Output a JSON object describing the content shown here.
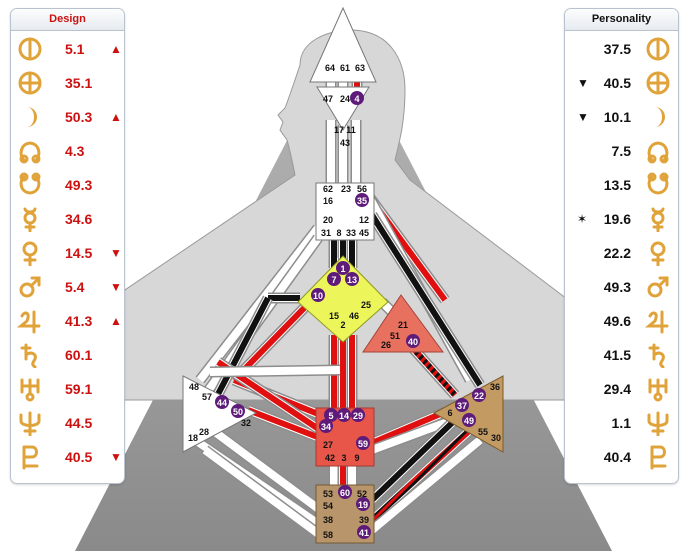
{
  "design": {
    "title": "Design",
    "color": "#cc1111",
    "rows": [
      {
        "planet": "sun-icon",
        "value": "5.1",
        "arrow": "▲"
      },
      {
        "planet": "earth-icon",
        "value": "35.1",
        "arrow": ""
      },
      {
        "planet": "moon-icon",
        "value": "50.3",
        "arrow": "▲"
      },
      {
        "planet": "north-node-icon",
        "value": "4.3",
        "arrow": ""
      },
      {
        "planet": "south-node-icon",
        "value": "49.3",
        "arrow": ""
      },
      {
        "planet": "mercury-icon",
        "value": "34.6",
        "arrow": ""
      },
      {
        "planet": "venus-icon",
        "value": "14.5",
        "arrow": "▼"
      },
      {
        "planet": "mars-icon",
        "value": "5.4",
        "arrow": "▼"
      },
      {
        "planet": "jupiter-icon",
        "value": "41.3",
        "arrow": "▲"
      },
      {
        "planet": "saturn-icon",
        "value": "60.1",
        "arrow": ""
      },
      {
        "planet": "uranus-icon",
        "value": "59.1",
        "arrow": ""
      },
      {
        "planet": "neptune-icon",
        "value": "44.5",
        "arrow": ""
      },
      {
        "planet": "pluto-icon",
        "value": "40.5",
        "arrow": "▼"
      }
    ]
  },
  "personality": {
    "title": "Personality",
    "color": "#111111",
    "rows": [
      {
        "planet": "sun-icon",
        "value": "37.5",
        "arrow": ""
      },
      {
        "planet": "earth-icon",
        "value": "40.5",
        "arrow": "▼"
      },
      {
        "planet": "moon-icon",
        "value": "10.1",
        "arrow": "▼"
      },
      {
        "planet": "north-node-icon",
        "value": "7.5",
        "arrow": ""
      },
      {
        "planet": "south-node-icon",
        "value": "13.5",
        "arrow": ""
      },
      {
        "planet": "mercury-icon",
        "value": "19.6",
        "arrow": "✶"
      },
      {
        "planet": "venus-icon",
        "value": "22.2",
        "arrow": ""
      },
      {
        "planet": "mars-icon",
        "value": "49.3",
        "arrow": ""
      },
      {
        "planet": "jupiter-icon",
        "value": "49.6",
        "arrow": ""
      },
      {
        "planet": "saturn-icon",
        "value": "41.5",
        "arrow": ""
      },
      {
        "planet": "uranus-icon",
        "value": "29.4",
        "arrow": ""
      },
      {
        "planet": "neptune-icon",
        "value": "1.1",
        "arrow": ""
      },
      {
        "planet": "pluto-icon",
        "value": "40.4",
        "arrow": ""
      }
    ]
  },
  "colors": {
    "glyph": "#e0a33a",
    "design_red": "#e01010",
    "personality_black": "#111111",
    "head_center": "#ffffff",
    "g_center": "#ecf55a",
    "ego_center": "#e8705f",
    "sacral_center": "#e8564a",
    "solar_plexus": "#c29a62",
    "root_center": "#b8956a",
    "throat_center": "#ffffff",
    "ajna_center": "#ffffff",
    "spleen_center": "#ffffff"
  },
  "centers": {
    "head": {
      "gates": [
        "64",
        "61",
        "63"
      ]
    },
    "ajna": {
      "gates": [
        "47",
        "24",
        "4"
      ]
    },
    "throat": {
      "gates": [
        "17",
        "11",
        "43",
        "62",
        "16",
        "23",
        "56",
        "35",
        "20",
        "12",
        "31",
        "8",
        "33",
        "45"
      ]
    },
    "g": {
      "gates": [
        "1",
        "7",
        "13",
        "10",
        "25",
        "15",
        "46",
        "2"
      ]
    },
    "ego": {
      "gates": [
        "21",
        "51",
        "26",
        "40"
      ]
    },
    "spleen": {
      "gates": [
        "48",
        "57",
        "44",
        "50",
        "32",
        "28",
        "18"
      ]
    },
    "sacral": {
      "gates": [
        "5",
        "14",
        "29",
        "34",
        "27",
        "59",
        "42",
        "3",
        "9"
      ]
    },
    "solar_plexus": {
      "gates": [
        "36",
        "37",
        "22",
        "6",
        "49",
        "55",
        "30"
      ]
    },
    "root": {
      "gates": [
        "53",
        "60",
        "52",
        "54",
        "19",
        "38",
        "39",
        "58",
        "41"
      ]
    }
  },
  "chart_data": {
    "type": "bodygraph",
    "defined_centers": [
      "g",
      "ego",
      "sacral",
      "solar_plexus",
      "root"
    ],
    "undefined_centers": [
      "head",
      "ajna",
      "throat",
      "spleen"
    ],
    "activated_gates": [
      "4",
      "35",
      "1",
      "7",
      "13",
      "10",
      "40",
      "44",
      "50",
      "5",
      "14",
      "29",
      "34",
      "59",
      "37",
      "22",
      "49",
      "60",
      "19",
      "41"
    ]
  }
}
